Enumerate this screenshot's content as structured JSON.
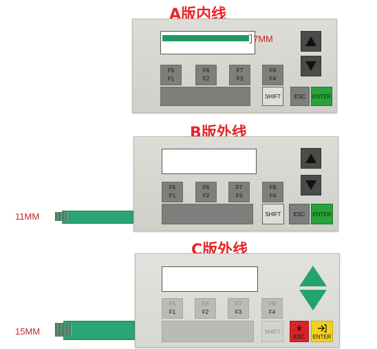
{
  "headings": {
    "a": "A版内线",
    "b": "B版外线",
    "c": "C版外线"
  },
  "labels": {
    "mm7": "7MM",
    "mm11": "11MM",
    "mm15": "15MM"
  },
  "fkeys": {
    "k1": {
      "top": "F5",
      "bot": "F1"
    },
    "k2": {
      "top": "F6",
      "bot": "F2"
    },
    "k3": {
      "top": "F7",
      "bot": "F3"
    },
    "k4": {
      "top": "F8",
      "bot": "F4"
    }
  },
  "buttons": {
    "shift": "SHIFT",
    "esc": "ESC",
    "enter": "ENTER"
  },
  "colors": {
    "heading": "#e8262a",
    "ribbon": "#2aa574",
    "enter_green": "#27a33a",
    "esc_red": "#d8232a",
    "enter_yellow": "#f2d21a",
    "arrow_green": "#23a36e"
  }
}
